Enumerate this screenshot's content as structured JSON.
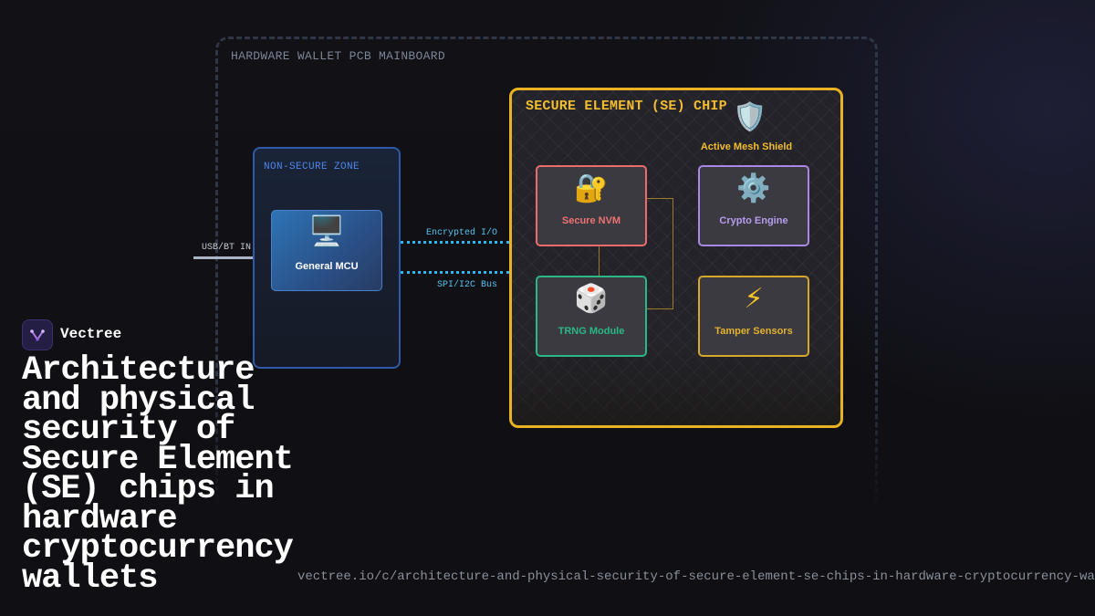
{
  "board": {
    "label": "HARDWARE WALLET PCB MAINBOARD"
  },
  "non_secure_zone": {
    "label": "NON-SECURE ZONE",
    "mcu": {
      "icon": "desktop-computer-icon",
      "glyph": "🖥️",
      "label": "General MCU"
    }
  },
  "io": {
    "usb_label": "USB/BT IN",
    "bus_top_label": "Encrypted I/O",
    "bus_bottom_label": "SPI/I2C Bus"
  },
  "secure_element": {
    "title": "SECURE ELEMENT (SE) CHIP",
    "shield": {
      "icon": "shield-icon",
      "glyph": "🛡️",
      "label": "Active Mesh Shield"
    },
    "modules": {
      "nvm": {
        "icon": "locked-with-key-icon",
        "glyph": "🔐",
        "label": "Secure NVM",
        "color": "#ec6c6c"
      },
      "crypto": {
        "icon": "gear-icon",
        "glyph": "⚙️",
        "label": "Crypto Engine",
        "color": "#b79cf0"
      },
      "trng": {
        "icon": "dice-icon",
        "glyph": "🎲",
        "label": "TRNG Module",
        "color": "#2bb786"
      },
      "tamper": {
        "icon": "lightning-icon",
        "glyph": "⚡",
        "label": "Tamper Sensors",
        "color": "#e2b32f"
      }
    },
    "accent": "#e9b223"
  },
  "brand": {
    "name": "Vectree",
    "logo_icon": "vectree-logo-icon"
  },
  "headline": "Architecture and physical security of Secure Element (SE) chips in hardware cryptocurrency wallets",
  "url": "vectree.io/c/architecture-and-physical-security-of-secure-element-se-chips-in-hardware-cryptocurrency-wallets"
}
